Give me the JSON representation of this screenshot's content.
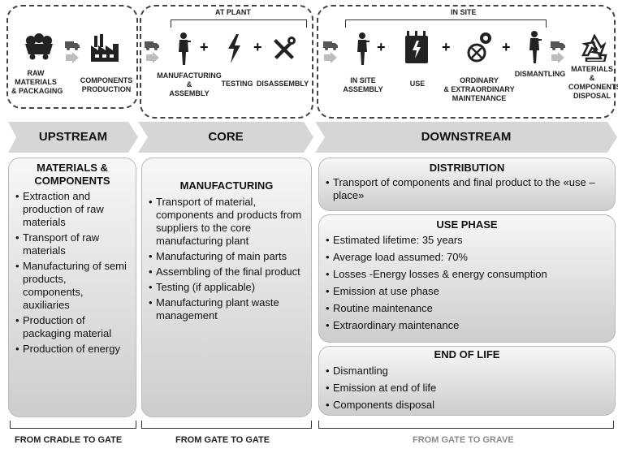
{
  "stages": {
    "core_top_label": "AT PLANT",
    "downstream_top_label": "IN SITE",
    "raw_materials": "RAW\nMATERIALS\n& PACKAGING",
    "components_production": "COMPONENTS\nPRODUCTION",
    "manufacturing_assembly": "MANUFACTURING\n&\nASSEMBLY",
    "testing": "TESTING",
    "disassembly": "DISASSEMBLY",
    "in_site_assembly": "IN SITE\nASSEMBLY",
    "use": "USE",
    "maintenance": "ORDINARY\n& EXTRAORDINARY\nMAINTENANCE",
    "dismantling": "DISMANTLING",
    "disposal": "MATERIALS\n&\nCOMPONENTS\nDISPOSAL"
  },
  "phases": {
    "upstream": "UPSTREAM",
    "core": "CORE",
    "downstream": "DOWNSTREAM"
  },
  "upstream_box": {
    "title": "MATERIALS &\nCOMPONENTS",
    "items": [
      "Extraction and production of raw materials",
      "Transport of raw materials",
      "Manufacturing of semi products, components, auxiliaries",
      "Production of packaging material",
      "Production of energy"
    ]
  },
  "core_box": {
    "title": "MANUFACTURING",
    "items": [
      "Transport of material, components and products from suppliers to the core manufacturing plant",
      "Manufacturing of main parts",
      "Assembling of the final product",
      "Testing (if applicable)",
      "Manufacturing plant waste management"
    ]
  },
  "distribution_box": {
    "title": "DISTRIBUTION",
    "items": [
      "Transport of components and final product to the «use – place»"
    ]
  },
  "use_box": {
    "title": "USE PHASE",
    "items": [
      "Estimated lifetime: 35 years",
      "Average load assumed: 70%",
      "Losses -Energy losses & energy consumption",
      "Emission at use phase",
      "Routine maintenance",
      "Extraordinary maintenance"
    ]
  },
  "eol_box": {
    "title": "END OF LIFE",
    "items": [
      "Dismantling",
      "Emission at end of life",
      "Components disposal"
    ]
  },
  "footers": {
    "upstream": "FROM CRADLE TO GATE",
    "core": "FROM GATE TO GATE",
    "downstream": "FROM GATE TO GRAVE"
  },
  "colors": {
    "chevron": "#d6d6d6",
    "box_top": "#f7f7f7",
    "box_bottom": "#cdcdcd",
    "footer_gray": "#8a8a8a"
  }
}
